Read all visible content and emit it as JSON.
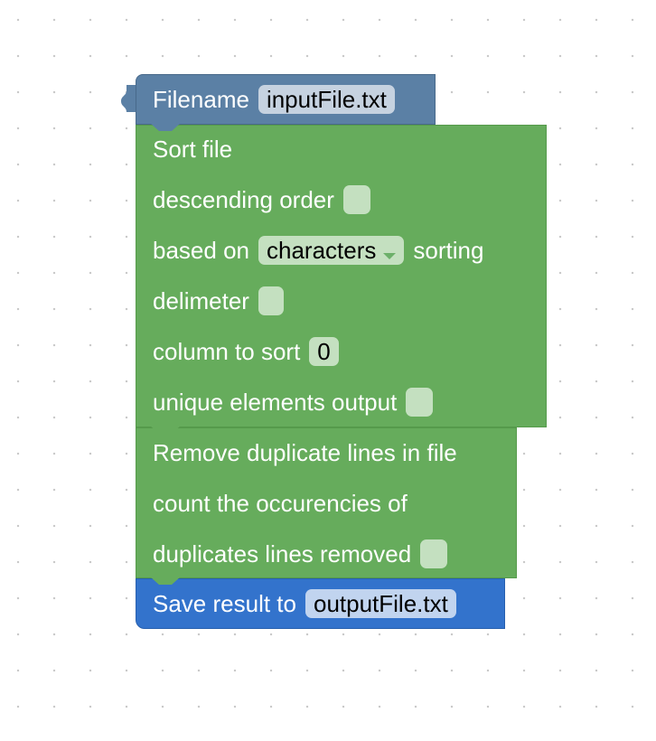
{
  "blocks": {
    "filename": {
      "label": "Filename",
      "value": "inputFile.txt",
      "color": "#5b80a5"
    },
    "sort": {
      "title": "Sort file",
      "descending_label": "descending order",
      "descending_checked": false,
      "based_on_label": "based on",
      "based_on_value": "characters",
      "based_on_after": "sorting",
      "delimiter_label": "delimeter",
      "delimiter_value": "",
      "column_label": "column to sort",
      "column_value": "0",
      "unique_label": "unique elements output",
      "unique_checked": false,
      "color": "#66ac5c"
    },
    "dedupe": {
      "title": "Remove duplicate lines in file",
      "count_label": "count the occurencies of",
      "removed_label": "duplicates lines removed",
      "removed_checked": false,
      "color": "#66ac5c"
    },
    "save": {
      "label": "Save result to",
      "value": "outputFile.txt",
      "color": "#3373cc"
    }
  }
}
